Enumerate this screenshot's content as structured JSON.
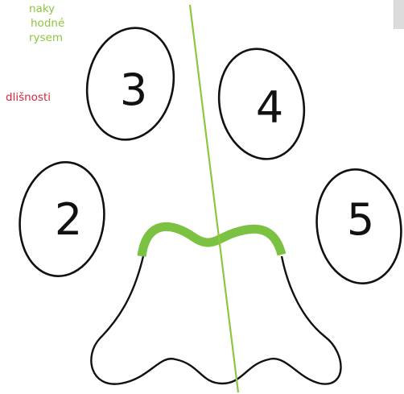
{
  "legend": {
    "similar_lines": [
      "naky",
      "hodné",
      "rysem"
    ],
    "difference_line": "dlišnosti",
    "similar_color": "#8dc63f",
    "difference_color": "#d7263d"
  },
  "toes": [
    {
      "number": "2"
    },
    {
      "number": "3"
    },
    {
      "number": "4"
    },
    {
      "number": "5"
    }
  ],
  "colors": {
    "outline": "#111111",
    "symmetry_axis": "#8dc63f",
    "highlight_arc": "#7cc242"
  }
}
